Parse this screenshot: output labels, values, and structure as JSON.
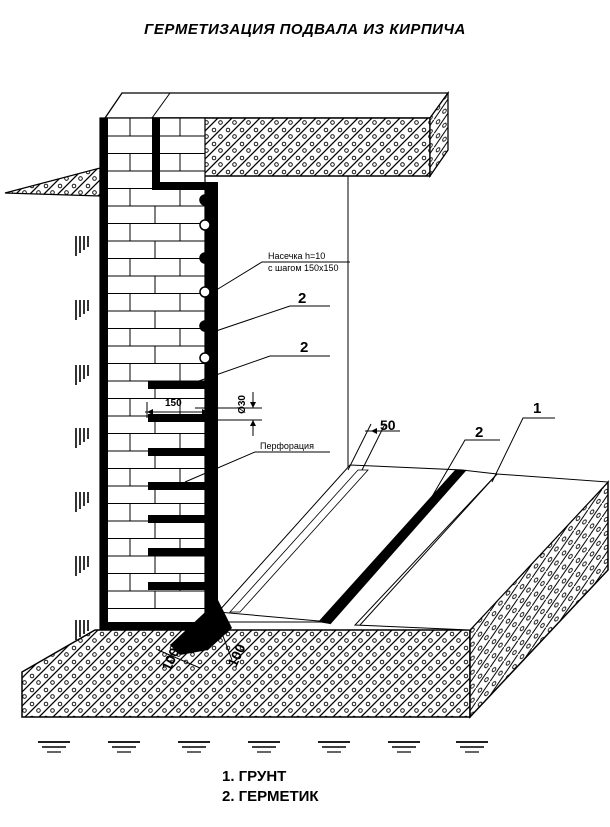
{
  "title": "ГЕРМЕТИЗАЦИЯ ПОДВАЛА  ИЗ КИРПИЧА",
  "callouts": {
    "notch_line1": "Насечка h=10",
    "notch_line2": "с шагом 150x150",
    "perforation": "Перфорация",
    "num_2a": "2",
    "num_2b": "2",
    "num_2c": "2",
    "num_1": "1"
  },
  "dimensions": {
    "d30": "Ø30",
    "d150": "150",
    "d50": "50",
    "d100a": "100",
    "d100b": "100"
  },
  "legend": [
    {
      "label": "1. ГРУНТ"
    },
    {
      "label": "2. ГЕРМЕТИК"
    }
  ]
}
